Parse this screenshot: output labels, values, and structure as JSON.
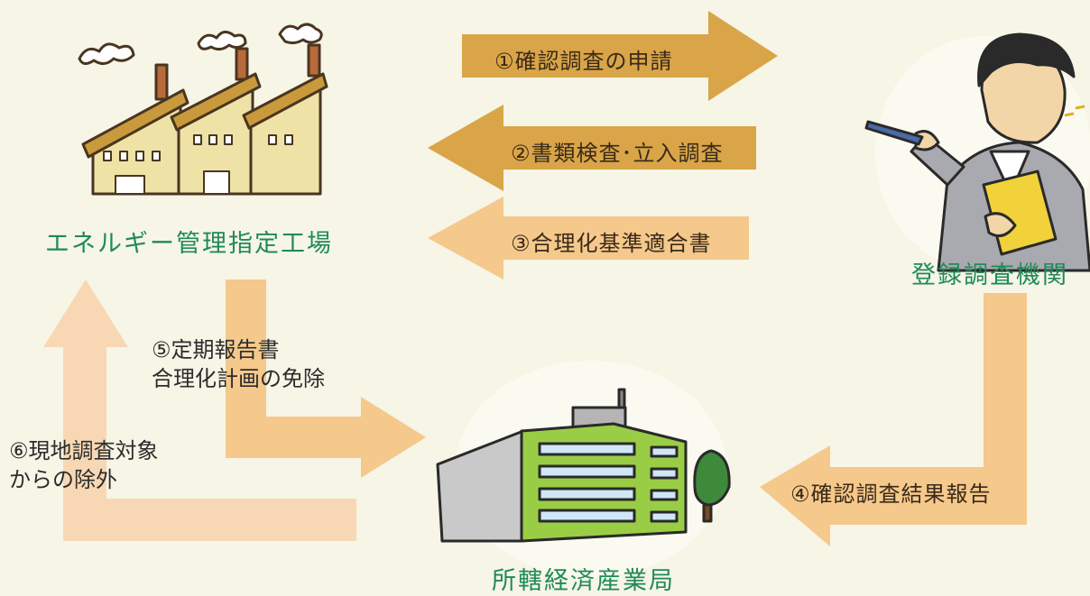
{
  "colors": {
    "background": "#f6f5e6",
    "arrow_dark": "#d9a548",
    "arrow_light": "#f5c88c",
    "arrow_pale": "#f8d8b4",
    "node_label": "#1f8a56",
    "factory_wall": "#efe2a6",
    "factory_roof": "#c99a3c",
    "building_green": "#9acd46"
  },
  "nodes": {
    "factory": "エネルギー管理指定工場",
    "agency": "登録調査機関",
    "bureau": "所轄経済産業局"
  },
  "steps": {
    "step1": "①確認調査の申請",
    "step2": "②書類検査･立入調査",
    "step3": "③合理化基準適合書",
    "step4": "④確認調査結果報告",
    "step5": [
      "⑤定期報告書",
      "合理化計画の免除"
    ],
    "step6": [
      "⑥現地調査対象",
      "からの除外"
    ]
  },
  "icons": {
    "factory": "factory-icon",
    "inspector": "inspector-person-icon",
    "bureau": "office-building-icon"
  }
}
